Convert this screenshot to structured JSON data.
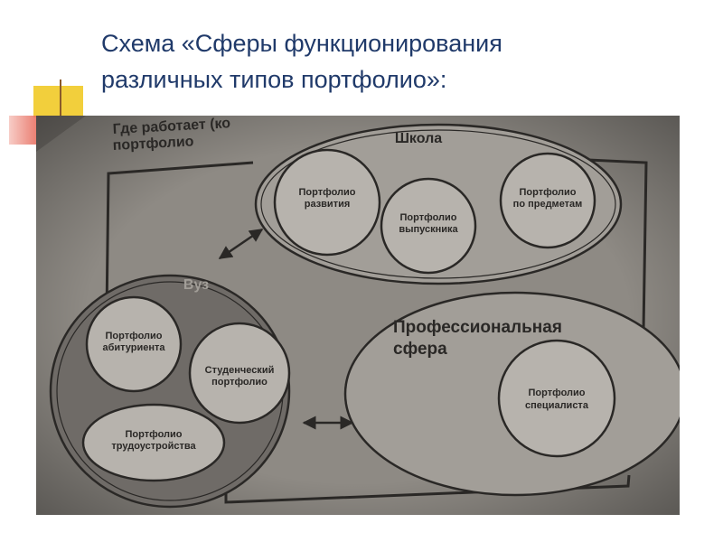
{
  "title": {
    "line1": "Схема «Сферы функционирования",
    "line2": "различных типов портфолио»:"
  },
  "diagram": {
    "header": {
      "line1": "Где работает (ко",
      "line2": "портфолио"
    },
    "school": {
      "label": "Школа",
      "items": [
        {
          "line1": "Портфолио",
          "line2": "развития"
        },
        {
          "line1": "Портфолио",
          "line2": "выпускника"
        },
        {
          "line1": "Портфолио",
          "line2": "по предметам"
        }
      ]
    },
    "university": {
      "label": "Вуз",
      "items": [
        {
          "line1": "Портфолио",
          "line2": "абитуриента"
        },
        {
          "line1": "Студенческий",
          "line2": "портфолио"
        },
        {
          "line1": "Портфолио",
          "line2": "трудоустройства"
        }
      ]
    },
    "professional": {
      "line1": "Профессиональная",
      "line2": "сфера",
      "items": [
        {
          "line1": "Портфолио",
          "line2": "специалиста"
        }
      ]
    }
  },
  "colors": {
    "title": "#203a6a",
    "photo_background": "#77736e",
    "page_surface": "#8e8a84",
    "ellipse_fill": "#a29e98",
    "inner_circle_fill": "#b7b3ad",
    "ink": "#2a2826"
  }
}
